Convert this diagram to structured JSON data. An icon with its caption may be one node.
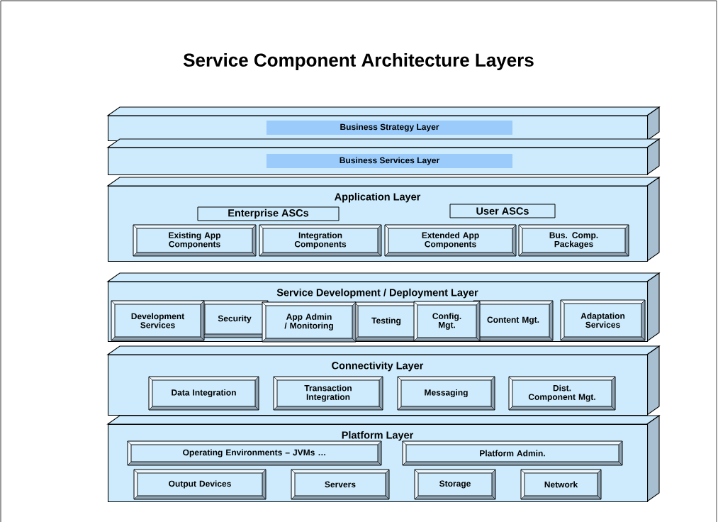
{
  "diagram": {
    "title": "Service Component Architecture Layers",
    "nodes": [
      {
        "text": [
          "Business Strategy Layer"
        ]
      },
      {
        "text": [
          "Business Services Layer"
        ]
      },
      {
        "text": [
          "Application Layer"
        ]
      },
      {
        "text": [
          "Enterprise ASCs"
        ],
        "in": 2
      },
      {
        "text": [
          "User ASCs"
        ],
        "in": 2
      },
      {
        "text": [
          "Existing App Components"
        ],
        "in": 2
      },
      {
        "text": [
          "Integration Components"
        ],
        "in": 2
      },
      {
        "text": [
          "Extended App Components"
        ],
        "in": 2
      },
      {
        "text": [
          "Bus. Comp. Packages"
        ],
        "in": 2
      },
      {
        "text": [
          "Service Development / Deployment Layer"
        ]
      },
      {
        "text": [
          "Development Services"
        ],
        "in": 9
      },
      {
        "text": [
          "Security"
        ],
        "in": 9
      },
      {
        "text": [
          "App Admin / Monitoring"
        ],
        "in": 9
      },
      {
        "text": [
          "Testing"
        ],
        "in": 9
      },
      {
        "text": [
          "Config. Mgt."
        ],
        "in": 9
      },
      {
        "text": [
          "Content Mgt."
        ],
        "in": 9
      },
      {
        "text": [
          "Adaptation Services"
        ],
        "in": 9
      },
      {
        "text": [
          "Connectivity Layer"
        ]
      },
      {
        "text": [
          "Data Integration"
        ],
        "in": 17
      },
      {
        "text": [
          "Transaction Integration"
        ],
        "in": 17
      },
      {
        "text": [
          "Messaging"
        ],
        "in": 17
      },
      {
        "text": [
          "Dist. Component Mgt."
        ],
        "in": 17
      },
      {
        "text": [
          "Platform Layer"
        ]
      },
      {
        "text": [
          "Operating Environments – JVMs …"
        ],
        "in": 22
      },
      {
        "text": [
          "Platform Admin."
        ],
        "in": 22
      },
      {
        "text": [
          "Output Devices"
        ],
        "in": 22
      },
      {
        "text": [
          "Servers"
        ],
        "in": 22
      },
      {
        "text": [
          "Storage"
        ],
        "in": 22
      },
      {
        "text": [
          "Network"
        ],
        "in": 22
      }
    ]
  }
}
